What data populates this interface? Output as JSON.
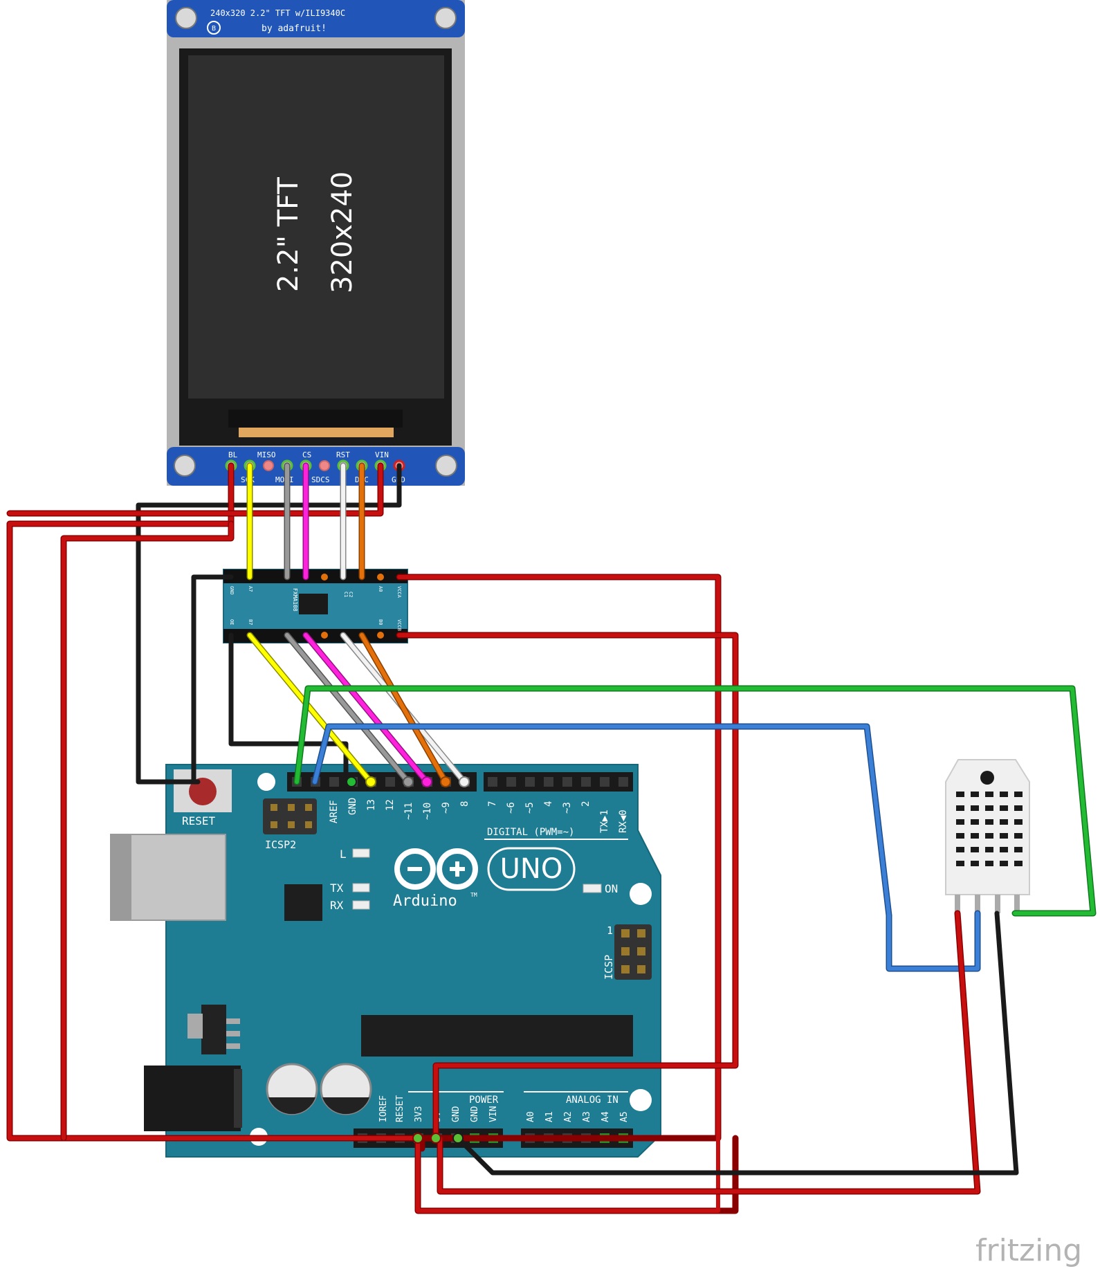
{
  "colors": {
    "wire_red": "#c80f0f",
    "wire_black": "#1a1a1a",
    "wire_yellow": "#ffff00",
    "wire_gray": "#888888",
    "wire_magenta": "#ff22dd",
    "wire_white": "#f2f2f2",
    "wire_orange": "#e4700c",
    "wire_green": "#22bb33",
    "wire_blue": "#3b7fd6",
    "arduino_board": "#1e7c93",
    "tft_pcb": "#2156b8",
    "level_shifter": "#2a86a0"
  },
  "tft": {
    "header_line1": "240x320 2.2\" TFT w/ILI9340C",
    "header_line2": "by adafruit!",
    "badge": "B",
    "screen_line1": "2.2\" TFT",
    "screen_line2": "320x240",
    "pins_top": [
      "BL",
      "MISO",
      "CS",
      "RST",
      "VIN"
    ],
    "pins_bottom": [
      "SCK",
      "MOSI",
      "SDCS",
      "D/C",
      "GND"
    ]
  },
  "level_shifter": {
    "label": "FXMA108",
    "top_pins": [
      "GND",
      "A7",
      "A0",
      "VCCA"
    ],
    "bottom_pins": [
      "OE",
      "B7",
      "B0",
      "VCCB"
    ],
    "caps": [
      "C1",
      "C2"
    ]
  },
  "arduino": {
    "reset_label": "RESET",
    "icsp2_label": "ICSP2",
    "header_left_pins": [
      "AREF",
      "GND",
      "13",
      "12",
      "~11",
      "~10",
      "~9",
      "8"
    ],
    "header_right_pins": [
      "7",
      "~6",
      "~5",
      "4",
      "~3",
      "2",
      "TX▶1",
      "RX◀0"
    ],
    "digital_label": "DIGITAL (PWM=~)",
    "led_l": "L",
    "led_tx": "TX",
    "led_rx": "RX",
    "logo_text": "Arduino",
    "tm": "TM",
    "uno_text": "UNO",
    "on_label": "ON",
    "icsp_label": "ICSP",
    "icsp_pin1": "1",
    "power_label": "POWER",
    "power_pins": [
      "IOREF",
      "RESET",
      "3V3",
      "5V",
      "GND",
      "GND",
      "VIN"
    ],
    "analog_label": "ANALOG IN",
    "analog_pins": [
      "A0",
      "A1",
      "A2",
      "A3",
      "A4",
      "A5"
    ]
  },
  "watermark": "fritzing"
}
